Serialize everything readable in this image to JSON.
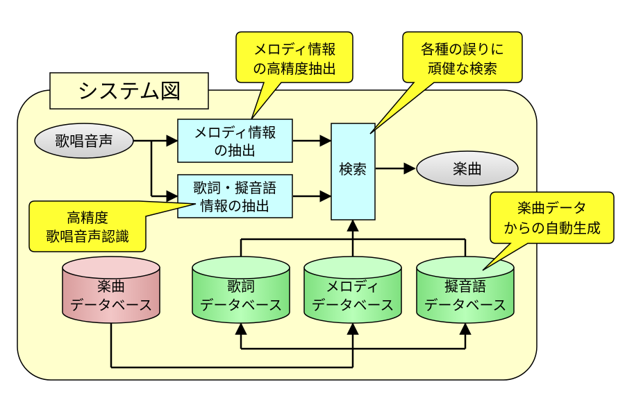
{
  "title": "システム図",
  "inputs": {
    "singing_voice": "歌唱音声"
  },
  "output": {
    "song": "楽曲"
  },
  "process": {
    "melody_extract": [
      "メロディ情報",
      "の抽出"
    ],
    "lyrics_extract": [
      "歌詞・擬音語",
      "情報の抽出"
    ],
    "search": "検索"
  },
  "databases": {
    "song_db": [
      "楽曲",
      "データベース"
    ],
    "lyrics_db": [
      "歌詞",
      "データベース"
    ],
    "melody_db": [
      "メロディ",
      "データベース"
    ],
    "onomatopoeia_db": [
      "擬音語",
      "データベース"
    ]
  },
  "callouts": {
    "melody_precision": [
      "メロディ情報",
      "の高精度抽出"
    ],
    "robust_search": [
      "各種の誤りに",
      "頑健な検索"
    ],
    "recognition": [
      "高精度",
      "歌唱音声認識"
    ],
    "auto_generation": [
      "楽曲データ",
      "からの自動生成"
    ]
  },
  "colors": {
    "system_bg": "#FFFFCC",
    "callout_bg": "#FFFF33",
    "process_bg": "#CCFFFF",
    "db_green": "#99FF99",
    "db_pink": "#E8B3B3",
    "oval_bg": "#E6E6E6"
  }
}
